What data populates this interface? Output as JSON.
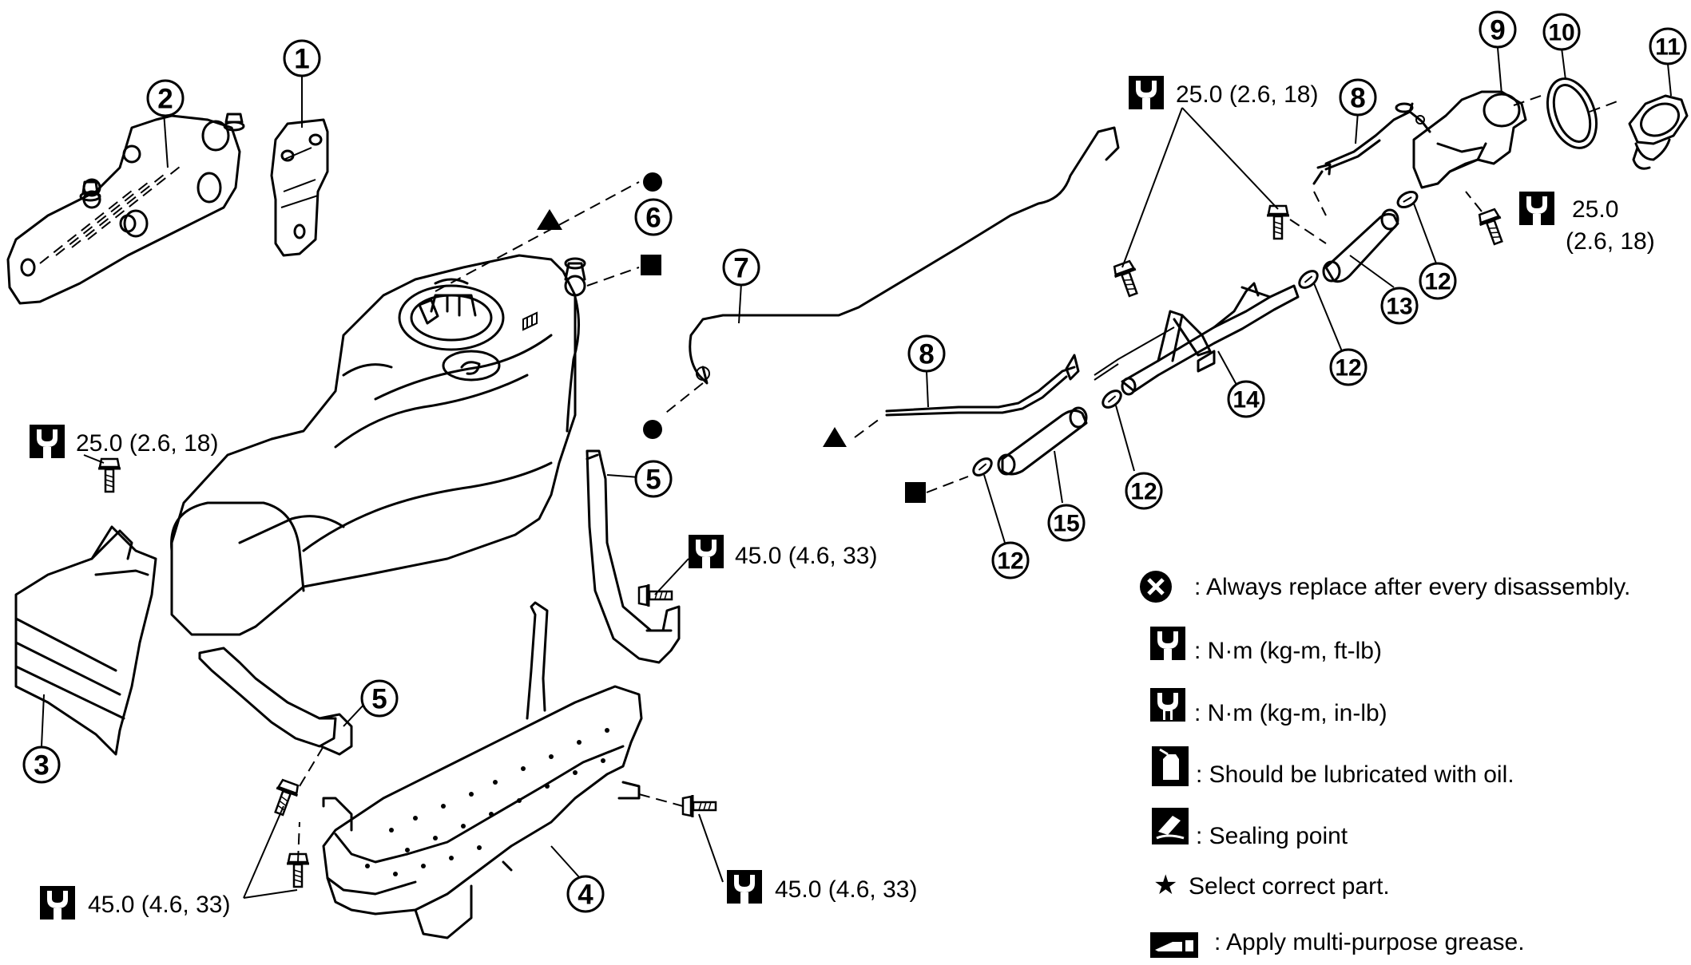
{
  "callouts": [
    {
      "id": "1",
      "text": "1"
    },
    {
      "id": "2",
      "text": "2"
    },
    {
      "id": "3",
      "text": "3"
    },
    {
      "id": "4",
      "text": "4"
    },
    {
      "id": "5",
      "text": "5"
    },
    {
      "id": "6",
      "text": "6"
    },
    {
      "id": "7",
      "text": "7"
    },
    {
      "id": "8",
      "text": "8"
    },
    {
      "id": "9",
      "text": "9"
    },
    {
      "id": "10",
      "text": "10"
    },
    {
      "id": "11",
      "text": "11"
    },
    {
      "id": "12",
      "text": "12"
    },
    {
      "id": "13",
      "text": "13"
    },
    {
      "id": "14",
      "text": "14"
    },
    {
      "id": "15",
      "text": "15"
    }
  ],
  "torque": {
    "upper_left": "25.0 (2.6, 18)",
    "upper_middle": "25.0 (2.6, 18)",
    "filler_line1": "25.0",
    "filler_line2": "(2.6, 18)",
    "strap_bolt": "45.0 (4.6, 33)",
    "lower_left": "45.0 (4.6, 33)",
    "lower_right": "45.0 (4.6, 33)"
  },
  "legend": {
    "replace": ": Always replace after every disassembly.",
    "torque_ftlb": ": N·m (kg-m, ft-lb)",
    "torque_inlb": ": N·m (kg-m, in-lb)",
    "oil": ": Should be lubricated with oil.",
    "sealing": ": Sealing point",
    "select": "Select correct part.",
    "grease": ": Apply multi-purpose grease."
  }
}
